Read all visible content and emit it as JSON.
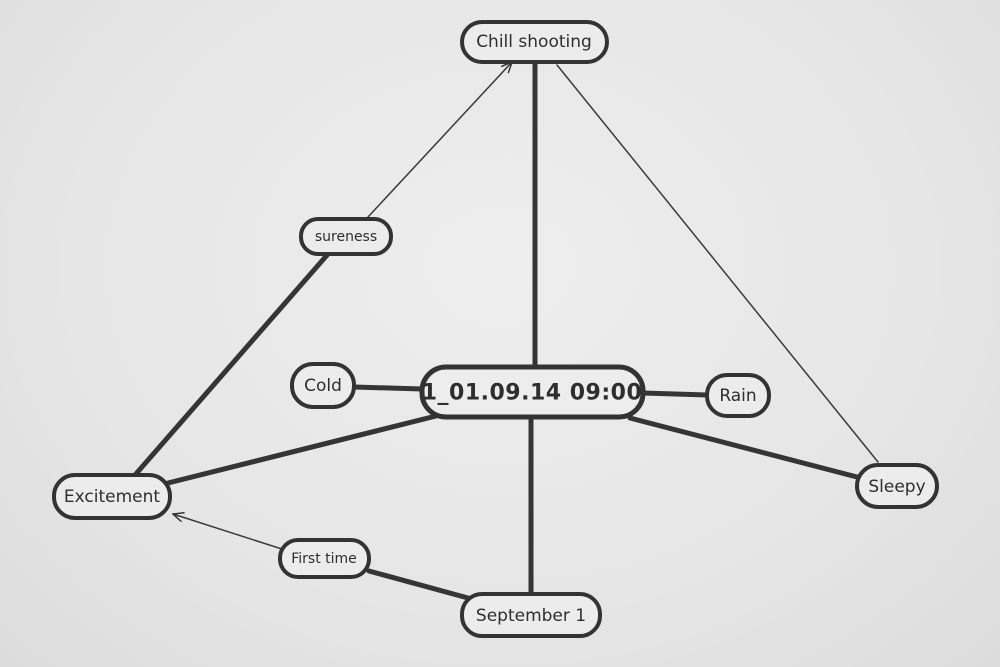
{
  "diagram": {
    "nodes": {
      "center": "1_01.09.14 09:00",
      "chill_shooting": "Chill shooting",
      "sureness": "sureness",
      "cold": "Cold",
      "rain": "Rain",
      "excitement": "Excitement",
      "sleepy": "Sleepy",
      "first_time": "First time",
      "september_1": "September 1"
    }
  }
}
